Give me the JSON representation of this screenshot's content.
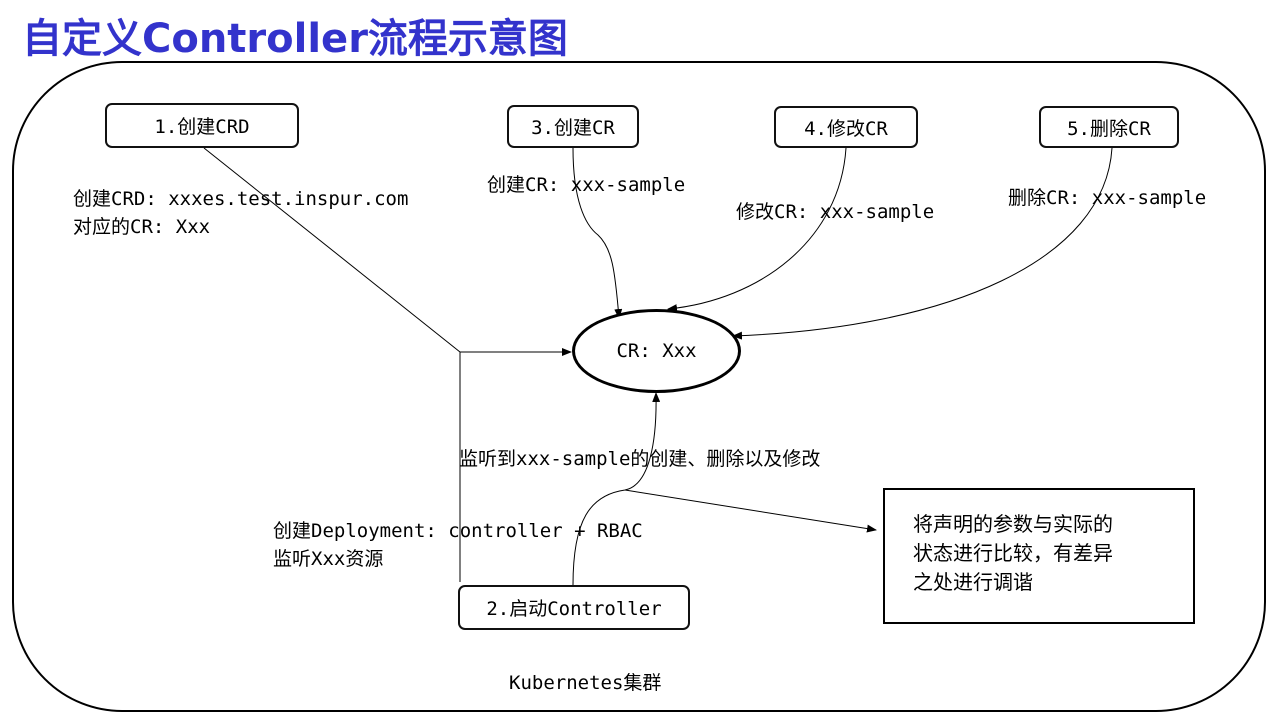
{
  "title": "自定义Controller流程示意图",
  "cluster_label": "Kubernetes集群",
  "steps": {
    "create_crd": "1.创建CRD",
    "start_controller": "2.启动Controller",
    "create_cr": "3.创建CR",
    "modify_cr": "4.修改CR",
    "delete_cr": "5.删除CR"
  },
  "center_node": "CR: Xxx",
  "notes": {
    "crd_line1": "创建CRD: xxxes.test.inspur.com",
    "crd_line2": "对应的CR: Xxx",
    "create_cr": "创建CR: xxx-sample",
    "modify_cr": "修改CR: xxx-sample",
    "delete_cr": "删除CR: xxx-sample",
    "watch": "监听到xxx-sample的创建、删除以及修改",
    "deploy_line1": "创建Deployment: controller + RBAC",
    "deploy_line2": "监听Xxx资源"
  },
  "reconcile": {
    "line1": "将声明的参数与实际的",
    "line2": "状态进行比较，有差异",
    "line3": "之处进行调谐"
  },
  "colors": {
    "title": "#3333cc",
    "stroke": "#000000"
  }
}
